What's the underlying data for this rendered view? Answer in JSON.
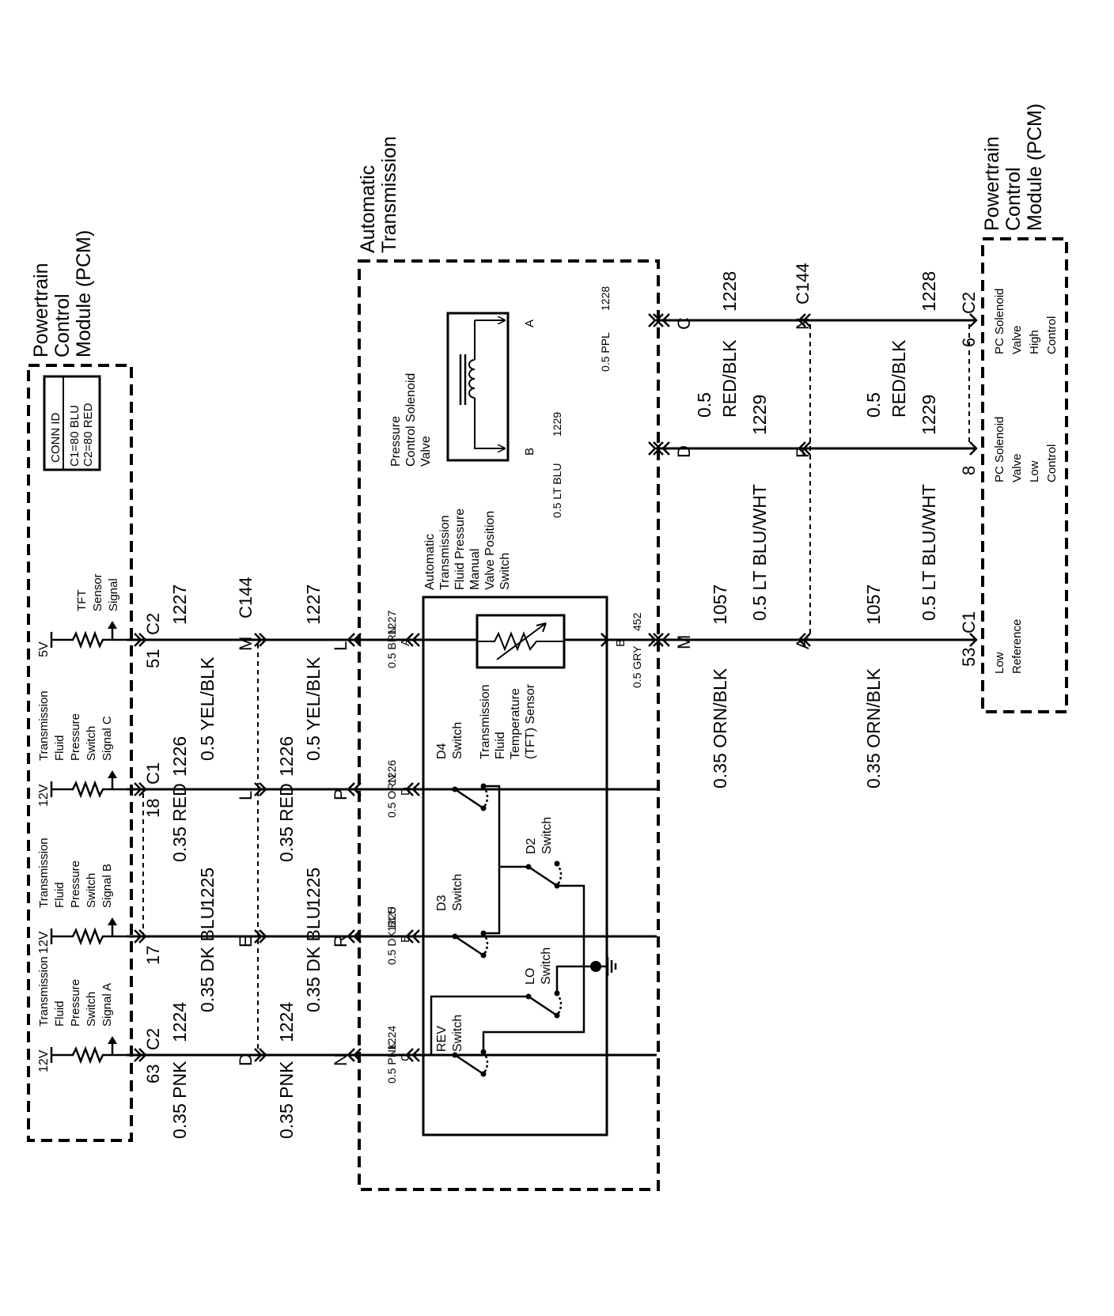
{
  "pcm_left": {
    "title": [
      "Powertrain",
      "Control",
      "Module (PCM)"
    ],
    "conn_id": {
      "header": "CONN ID",
      "lines": [
        "C1=80 BLU",
        "C2=80 RED"
      ]
    },
    "circuits": [
      {
        "supply": "12V",
        "label": [
          "Transmission",
          "Fluid",
          "Pressure",
          "Switch",
          "Signal A"
        ],
        "pin": "63",
        "conn": "C2",
        "wire": "0.35 PNK",
        "cid": "1224"
      },
      {
        "supply": "12V",
        "label": [
          "Transmission",
          "Fluid",
          "Pressure",
          "Switch",
          "Signal B"
        ],
        "pin": "17",
        "conn": "",
        "wire": "0.35 DK BLU",
        "cid": "1225"
      },
      {
        "supply": "12V",
        "label": [
          "Transmission",
          "Fluid",
          "Pressure",
          "Switch",
          "Signal C"
        ],
        "pin": "18",
        "conn": "C1",
        "wire": "0.35 RED",
        "cid": "1226"
      },
      {
        "supply": "5V",
        "label": [
          "TFT",
          "Sensor",
          "Signal"
        ],
        "pin": "51",
        "conn": "C2",
        "wire": "0.5 YEL/BLK",
        "cid": "1227"
      }
    ]
  },
  "c144_left": {
    "name": "C144",
    "left_pins": [
      "D",
      "E",
      "L",
      "M"
    ],
    "right_pins": [
      "N",
      "R",
      "P",
      "L"
    ],
    "wires": [
      {
        "wire": "0.35 PNK",
        "cid": "1224"
      },
      {
        "wire": "0.35 DK BLU",
        "cid": "1225"
      },
      {
        "wire": "0.35 RED",
        "cid": "1226"
      },
      {
        "wire": "0.5 YEL/BLK",
        "cid": "1227"
      }
    ]
  },
  "transmission": {
    "title": [
      "Automatic",
      "Transmission"
    ],
    "pins": [
      {
        "wire": "0.5 PNK",
        "cid": "1224",
        "pin": "C"
      },
      {
        "wire": "0.5 DK BLU",
        "cid": "1225",
        "pin": "E"
      },
      {
        "wire": "0.5 ORN",
        "cid": "1226",
        "pin": "D"
      },
      {
        "wire": "0.5 BRN",
        "cid": "1227",
        "pin": "A"
      },
      {
        "wire": "0.5 GRY",
        "cid": "452",
        "pin": "B"
      }
    ],
    "switch_assembly": [
      "Automatic",
      "Transmission",
      "Fluid Pressure",
      "Manual",
      "Valve Position",
      "Switch"
    ],
    "switches": [
      {
        "label": [
          "REV",
          "Switch"
        ]
      },
      {
        "label": [
          "LO",
          "Switch"
        ]
      },
      {
        "label": [
          "D3",
          "Switch"
        ]
      },
      {
        "label": [
          "D2",
          "Switch"
        ]
      },
      {
        "label": [
          "D4",
          "Switch"
        ]
      }
    ],
    "tft_sensor": [
      "Transmission",
      "Fluid",
      "Temperature",
      "(TFT) Sensor"
    ],
    "solenoid": {
      "label": [
        "Pressure",
        "Control Solenoid",
        "Valve"
      ],
      "pin_b": "B",
      "wire_b": "0.5 LT BLU",
      "cid_b": "1229",
      "pin_a": "A",
      "wire_a": "0.5 PPL",
      "cid_a": "1228"
    }
  },
  "right_side": {
    "c144_pins_left": [
      "M",
      "D",
      "C"
    ],
    "c144_pins_right": [
      "A",
      "P",
      "N"
    ],
    "c144_name": "C144",
    "seg1": [
      {
        "wire": "0.35 ORN/BLK",
        "cid": "1057"
      },
      {
        "wire": "0.5 LT BLU/WHT",
        "cid": "1229"
      },
      {
        "wire": "0.5 RED/BLK",
        "cid": "1228"
      }
    ],
    "seg2": [
      {
        "wire": "0.35 ORN/BLK",
        "cid": "1057"
      },
      {
        "wire": "0.5 LT BLU/WHT",
        "cid": "1229"
      },
      {
        "wire": "0.5 RED/BLK",
        "cid": "1228"
      }
    ],
    "pcm_pins": [
      {
        "pin": "53",
        "conn": "C1"
      },
      {
        "pin": "8",
        "conn": ""
      },
      {
        "pin": "6",
        "conn": "C2"
      }
    ]
  },
  "pcm_right": {
    "title": [
      "Powertrain",
      "Control",
      "Module (PCM)"
    ],
    "circuits": [
      {
        "label": [
          "Low",
          "Reference"
        ]
      },
      {
        "label": [
          "PC Solenoid",
          "Valve",
          "Low",
          "Control"
        ]
      },
      {
        "label": [
          "PC Solenoid",
          "Valve",
          "High",
          "Control"
        ]
      }
    ]
  }
}
